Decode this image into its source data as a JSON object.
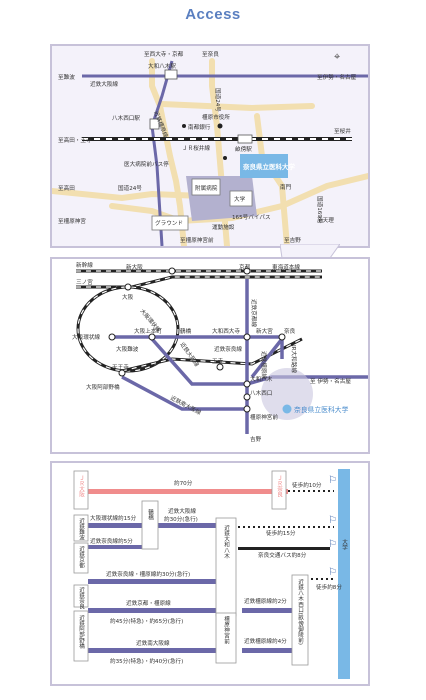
{
  "page_title": "Access",
  "map1": {
    "compass_symbol": "⌖",
    "places": {
      "top_center": "至西大寺・京都",
      "top_right": "至奈良",
      "left_top": "至難波",
      "kintetsu_osaka": "近鉄大阪線",
      "yamato_yagi": "大和八木駅",
      "kashihara": "近鉄橿原線",
      "route24_top": "国道24号",
      "right_top": "至伊勢・名古屋",
      "yagi_nishiguchi": "八木西口駅",
      "nanto_bank": "南都銀行",
      "kashihara_office": "橿原市役所",
      "left_mid": "至高田・王寺",
      "jr_sakurai": "ＪＲ桜井線",
      "unebi": "畝傍駅",
      "right_mid": "至桜井",
      "hospital_bus": "医大病院前バス停",
      "university_label": "奈良県立医科大学",
      "left_low": "至高田",
      "route24_low": "国道24号",
      "affiliated_hospital": "附属病院",
      "university": "大学",
      "south_gate": "南門",
      "left_bottom": "至橿原神宮",
      "ground": "グラウンド",
      "bypass": "165号バイパス",
      "route169": "国道169号",
      "sports": "運動施設",
      "right_bottom": "至天理",
      "bottom_center": "至橿原神宮前",
      "bottom_right": "至吉野"
    }
  },
  "map2": {
    "labels": {
      "shinkansen": "新幹線",
      "shin_osaka": "新大阪",
      "kyoto": "京都",
      "tokaido": "東海道本線",
      "sannomiya": "三ノ宮",
      "osaka": "大阪",
      "kintetsu_kyoto": "近鉄京都線",
      "osaka_loop_upper": "大阪環状線",
      "osaka_uehommachi": "大阪上本町",
      "tsuruhashi": "鶴橋",
      "yamato_saidaiji": "大和西大寺",
      "shin_omiya": "新大宮",
      "nara": "奈良",
      "osaka_loop_left": "大阪環状線",
      "kintetsu_nara": "近鉄奈良線",
      "osaka_namba": "大阪難波",
      "kintetsu_osaka": "近鉄大阪線",
      "kintetsu_kashihara": "近鉄橿原線",
      "jr_yamatoji": "JR大和路線",
      "oji": "王寺",
      "ise_nagoya": "至 伊勢・名古屋",
      "tennoji": "天王寺",
      "yamato_yagi": "大和八木",
      "abeno": "大阪阿部野橋",
      "yagi_nishiguchi": "八木西口",
      "kintetsu_minami_osaka": "近鉄南大阪線",
      "university": "奈良県立医科大学",
      "kashiharajingu": "橿原神宮前",
      "yoshino": "吉野"
    }
  },
  "routes": {
    "stations": {
      "jr_osaka": "ＪＲ大阪",
      "jr_nara": "ＪＲ奈良",
      "kintetsu_namba": "近鉄難波",
      "tsuruhashi": "鶴橋",
      "kintetsu_kyoto": "近鉄京都",
      "kintetsu_nara": "近鉄奈良",
      "yamato_yagi": "近鉄大和八木",
      "kashiharajingu": "橿原神宮前",
      "abeno": "近鉄阿部野橋",
      "yagi_nishiguchi": "近鉄八木西口(畝傍御陵前)",
      "university": "大学"
    },
    "times": {
      "jr_direct": "約70分",
      "walk10": "徒歩約10分",
      "loop15": "大阪環状線約15分",
      "osaka_line": "近鉄大阪線",
      "osaka_line_time": "約30分(急行)",
      "nara_line": "近鉄奈良線約5分",
      "walk15": "徒歩約15分",
      "bus8": "奈良交通バス約8分",
      "nara_kashihara": "近鉄奈良線・橿原線約30分(急行)",
      "walk8": "徒歩約8分",
      "kyoto_kashihara": "近鉄京都・橿原線",
      "kyoto_time": "約45分(特急)・約65分(急行)",
      "kashihara_2": "近鉄橿原線約2分",
      "minami_osaka": "近鉄南大阪線",
      "minami_time": "約35分(特急)・約40分(急行)",
      "kashihara_4": "近鉄橿原線約4分"
    }
  },
  "colors": {
    "purple": "#6b68a8",
    "rail_black": "#222222",
    "jr_pink": "#f08c8c",
    "road_tan": "#f2dfb0",
    "univ_blue": "#79b8e6",
    "univ_text": "#4a8ccc"
  }
}
